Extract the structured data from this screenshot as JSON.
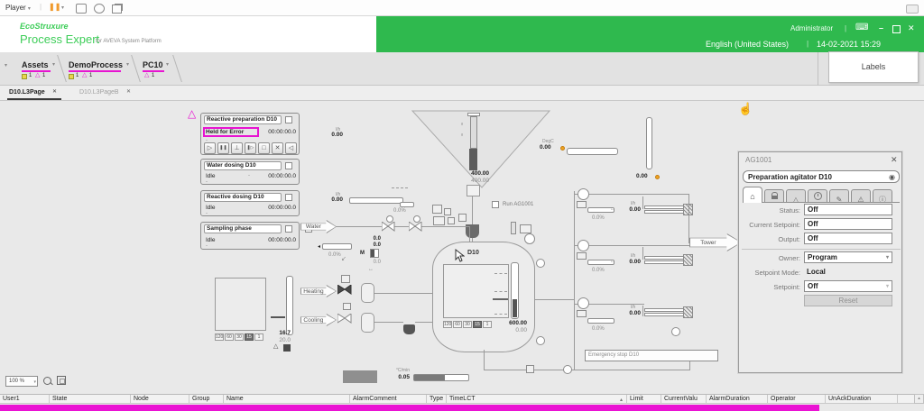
{
  "icons": {
    "caret_down": "▾",
    "pipe_sep": "|",
    "close": "✕",
    "minimize": "–",
    "home": "⌂",
    "keyboard": "⌨",
    "pause": "❚❚",
    "hand_cursor": "☝",
    "warning_triangle": "△",
    "sort_asc": "▴",
    "left_arrow": "←",
    "down_left_arrow": "↙",
    "double_arrow": "↔",
    "squiggle": "≈",
    "tab_home": "⌂",
    "tab_alarm": "△",
    "tab_pencil": "✎",
    "tab_warning": "⚠",
    "tab_info": "ⓘ",
    "title_circle": "◉",
    "scroll_up": "▴",
    "left_tick": "◂"
  },
  "player_bar": {
    "menu": "Player"
  },
  "titlebar": {
    "brand": "EcoStruxure",
    "product": "Process Expert",
    "product_suffix": "for AVEVA System Platform",
    "context": "PC10",
    "user": "Administrator",
    "language": "English (United States)",
    "datetime": "14-02-2021 15:29"
  },
  "breadcrumbs": {
    "items": [
      {
        "label": "Assets",
        "flag_count": "1",
        "alarm_count": "1"
      },
      {
        "label": "DemoProcess",
        "flag_count": "1",
        "alarm_count": "1"
      },
      {
        "label": "PC10",
        "alarm_count": "1"
      }
    ],
    "labels_button": "Labels"
  },
  "tabs": {
    "active": "D10.L3Page",
    "inactive": "D10.L3PageB"
  },
  "phases": [
    {
      "title": "Reactive preparation D10",
      "status": "Held for Error",
      "time": "00:00:00.0",
      "note": "-",
      "buttons": [
        "▷",
        "❚❚",
        "⊥",
        "❚▷",
        "□",
        "✕",
        "◁"
      ]
    },
    {
      "title": "Water dosing D10",
      "status": "Idle",
      "mid": "-",
      "time": "00:00:00.0",
      "note": "-"
    },
    {
      "title": "Reactive dosing D10",
      "status": "Idle",
      "time": "00:00:00.0",
      "note": "-"
    },
    {
      "title": "Sampling phase",
      "status": "Idle",
      "time": "00:00:00.0",
      "note": "-"
    }
  ],
  "diagram": {
    "feeder": {
      "setpoint": "400.00",
      "actual": "400.00"
    },
    "temperature": {
      "unit": "DegC",
      "value": "0.00"
    },
    "outlet": {
      "value": "0.00"
    },
    "run_checkbox_label": "Run AG1001",
    "flow_top": {
      "unit": "l/h",
      "value": "0.00"
    },
    "flow_mid": {
      "unit": "l/h",
      "value": "0.00",
      "percent": "0.0%"
    },
    "dose_bar_percent": "0.0%",
    "mix_valve": {
      "label": "M",
      "value1": "0.0",
      "value2": "0.0",
      "value3": "0.0"
    },
    "water_label": "Water",
    "heating_label": "Heating",
    "cooling_label": "Cooling",
    "tower_label": "Tower",
    "tank": {
      "name": "D10",
      "ranges": [
        "120",
        "60",
        "30",
        "15",
        "1"
      ],
      "weight": "600.00",
      "weight_secondary": "0.00"
    },
    "left_trend": {
      "ranges": [
        "120",
        "60",
        "30",
        "15",
        "1"
      ],
      "value": "16.7",
      "value_secondary": "20.0"
    },
    "branches": [
      {
        "unit": "l/h",
        "value": "0.00",
        "percent": "0.0%"
      },
      {
        "unit": "l/h",
        "value": "0.00",
        "percent": "0.0%"
      },
      {
        "unit": "l/h",
        "value": "0.00",
        "percent": "0.0%"
      }
    ],
    "ramp": {
      "label": "°C/min",
      "value": "0.05"
    },
    "emergency_label": "Emergency stop D10"
  },
  "faceplate": {
    "tag": "AG1001",
    "title": "Preparation agitator D10",
    "status_label": "Status:",
    "status": "Off",
    "current_setpoint_label": "Current Setpoint:",
    "current_setpoint": "Off",
    "output_label": "Output:",
    "output": "Off",
    "owner_label": "Owner:",
    "owner": "Program",
    "setpoint_mode_label": "Setpoint Mode:",
    "setpoint_mode": "Local",
    "setpoint_label": "Setpoint:",
    "setpoint": "Off",
    "reset_button": "Reset"
  },
  "statusbar": {
    "zoom": "100 %"
  },
  "alarm_table": {
    "columns": [
      "User1",
      "State",
      "Node",
      "Group",
      "Name",
      "AlarmComment",
      "Type",
      "TimeLCT",
      "Limit",
      "CurrentValu",
      "AlarmDuration",
      "Operator",
      "UnAckDuration"
    ]
  }
}
